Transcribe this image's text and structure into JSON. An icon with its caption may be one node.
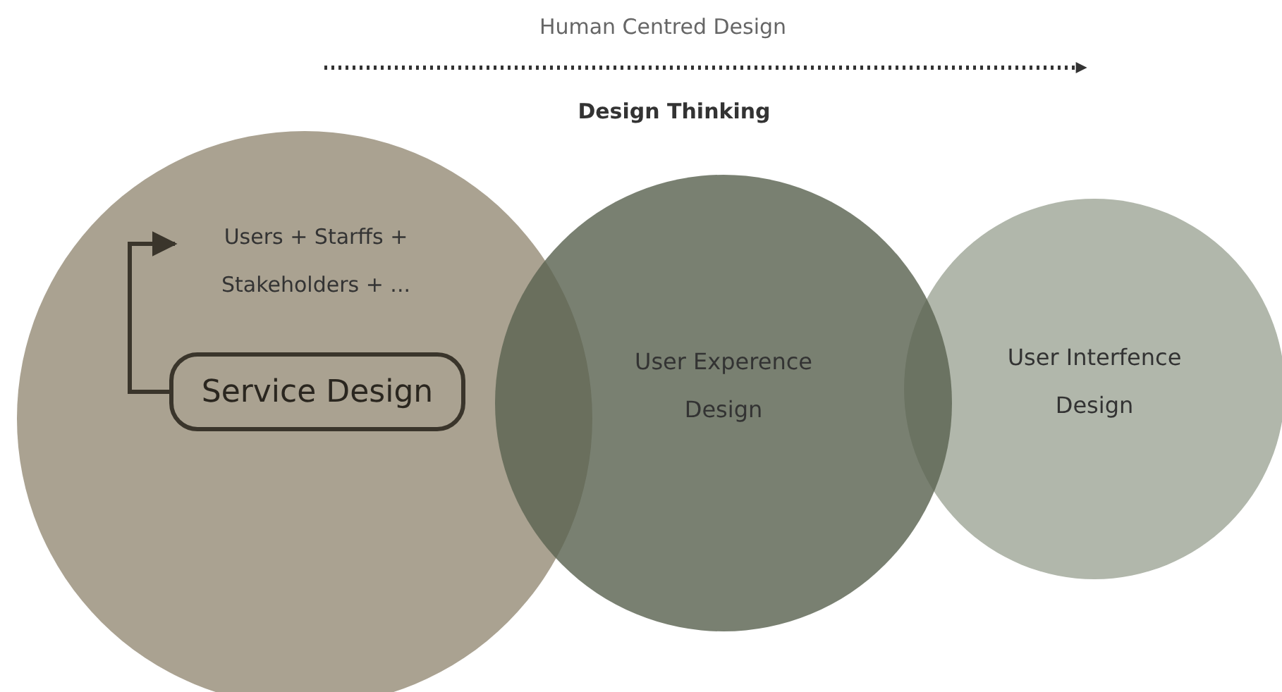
{
  "diagram": {
    "nodes": [
      {
        "text": [],
        "shape": "circle"
      },
      {
        "text": [
          "Users + Starffs + Stakeholders + ..."
        ],
        "in": 0
      },
      {
        "text": [
          "Service Design"
        ],
        "in": 0
      },
      {
        "text": [
          "User Experence Design"
        ]
      },
      {
        "text": [
          "User Interfence Design"
        ]
      }
    ],
    "edges": [
      {
        "from": 2,
        "to": 1,
        "arrow": "to"
      }
    ],
    "labels": [
      "Human Centred Design",
      "Design Thinking"
    ]
  }
}
